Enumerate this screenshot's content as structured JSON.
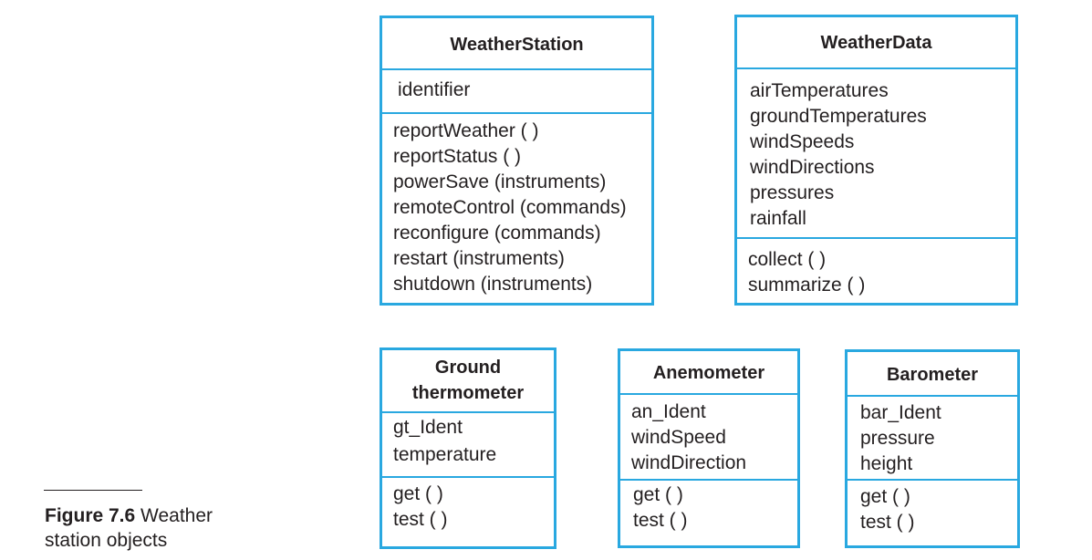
{
  "classes": {
    "weather_station": {
      "name": "WeatherStation",
      "attributes": [
        "identifier"
      ],
      "operations": [
        "reportWeather ( )",
        "reportStatus ( )",
        "powerSave (instruments)",
        "remoteControl (commands)",
        "reconfigure (commands)",
        "restart (instruments)",
        "shutdown (instruments)"
      ]
    },
    "weather_data": {
      "name": "WeatherData",
      "attributes": [
        "airTemperatures",
        "groundTemperatures",
        "windSpeeds",
        "windDirections",
        "pressures",
        "rainfall"
      ],
      "operations": [
        "collect ( )",
        "summarize ( )"
      ]
    },
    "ground_thermometer": {
      "name_lines": [
        "Ground",
        "thermometer"
      ],
      "attributes": [
        "gt_Ident",
        "temperature"
      ],
      "operations": [
        "get ( )",
        "test ( )"
      ]
    },
    "anemometer": {
      "name": "Anemometer",
      "attributes": [
        "an_Ident",
        "windSpeed",
        "windDirection"
      ],
      "operations": [
        "get ( )",
        "test ( )"
      ]
    },
    "barometer": {
      "name": "Barometer",
      "attributes": [
        "bar_Ident",
        "pressure",
        "height"
      ],
      "operations": [
        "get ( )",
        "test ( )"
      ]
    }
  },
  "caption": {
    "label": "Figure 7.6",
    "text_line1": "Weather",
    "text_line2": "station objects"
  },
  "colors": {
    "border": "#29a8e0",
    "text": "#231f20"
  }
}
